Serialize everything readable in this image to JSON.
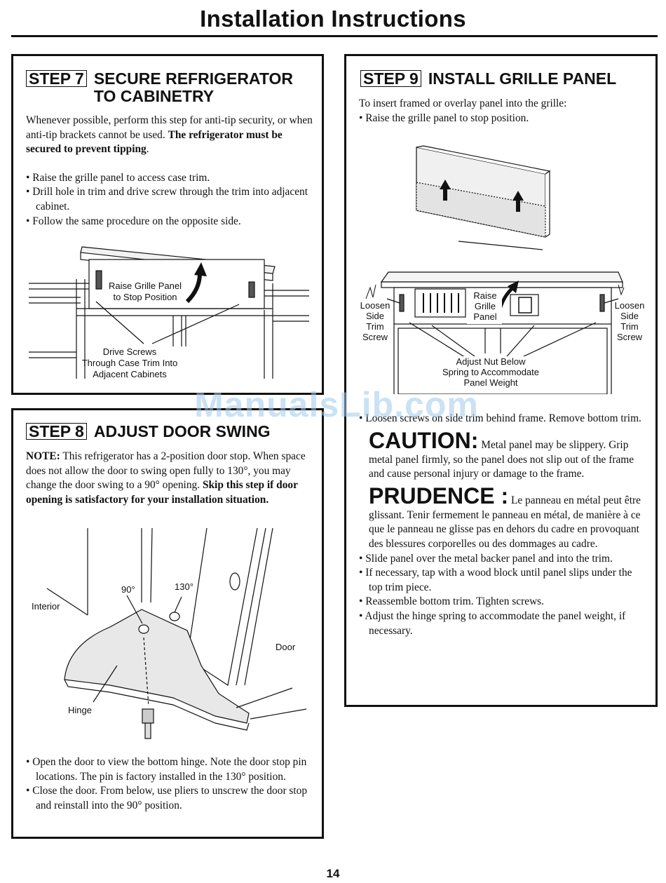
{
  "header": {
    "title": "Installation Instructions"
  },
  "step7": {
    "tag": "STEP 7",
    "title_line1": "SECURE REFRIGERATOR",
    "title_line2": "TO CABINETRY",
    "intro": "Whenever possible, perform this step for anti-tip security, or when anti-tip brackets cannot be used.",
    "intro_bold": "The refrigerator must be secured to prevent tipping",
    "intro_end": ".",
    "bullets": [
      "• Raise the grille panel to access case trim.",
      "• Drill hole in trim and drive screw through the trim into adjacent cabinet.",
      "• Follow the same procedure on the opposite side."
    ],
    "figure": {
      "label_raise_1": "Raise Grille Panel",
      "label_raise_2": "to Stop Position",
      "label_drive_1": "Drive Screws",
      "label_drive_2": "Through Case Trim Into",
      "label_drive_3": "Adjacent Cabinets"
    }
  },
  "step8": {
    "tag": "STEP 8",
    "title": "ADJUST DOOR SWING",
    "note_label": "NOTE:",
    "note_text": " This refrigerator has a 2-position door stop. When space does not allow the door to swing open fully to 130°, you may change the door swing to a 90° opening. ",
    "note_bold": "Skip this step if door opening is satisfactory for your installation situation.",
    "figure": {
      "label_90": "90°",
      "label_130": "130°",
      "label_interior": "Interior",
      "label_door": "Door",
      "label_hinge": "Hinge"
    },
    "bullets": [
      "• Open the door to view the bottom hinge. Note the door stop pin locations. The pin is factory installed in the 130° position.",
      "• Close the door. From below, use pliers to unscrew the door stop and reinstall into the 90° position."
    ]
  },
  "step9": {
    "tag": "STEP 9",
    "title": "INSTALL GRILLE PANEL",
    "intro": "To insert framed or overlay panel into the grille:",
    "bullet_raise": "• Raise the grille panel to stop position.",
    "figure": {
      "loosen_left": [
        "Loosen",
        "Side",
        "Trim",
        "Screw"
      ],
      "loosen_right": [
        "Loosen",
        "Side",
        "Trim",
        "Screw"
      ],
      "raise": [
        "Raise",
        "Grille",
        "Panel"
      ],
      "adjust": [
        "Adjust Nut Below",
        "Spring to Accommodate",
        "Panel Weight"
      ]
    },
    "bullet_loosen": "• Loosen screws on side trim behind frame. Remove bottom trim.",
    "caution_word": "CAUTION:",
    "caution_text": " Metal panel may be slippery. Grip metal panel firmly, so the panel does not slip out of the frame and cause personal injury or damage to the frame.",
    "prudence_word": "PRUDENCE :",
    "prudence_text": " Le panneau en métal peut être glissant. Tenir fermement le panneau en métal, de manière à ce que le panneau ne glisse pas en dehors du cadre en provoquant des blessures corporelles ou des dommages au cadre.",
    "bullets_after": [
      "• Slide panel over the metal backer panel and into the trim.",
      "• If necessary, tap with a wood block until panel slips under the top trim piece.",
      "• Reassemble bottom trim. Tighten screws.",
      "• Adjust the hinge spring to accommodate the panel weight, if necessary."
    ]
  },
  "watermark": "ManualsLib.com",
  "footer": {
    "page_number": "14"
  }
}
